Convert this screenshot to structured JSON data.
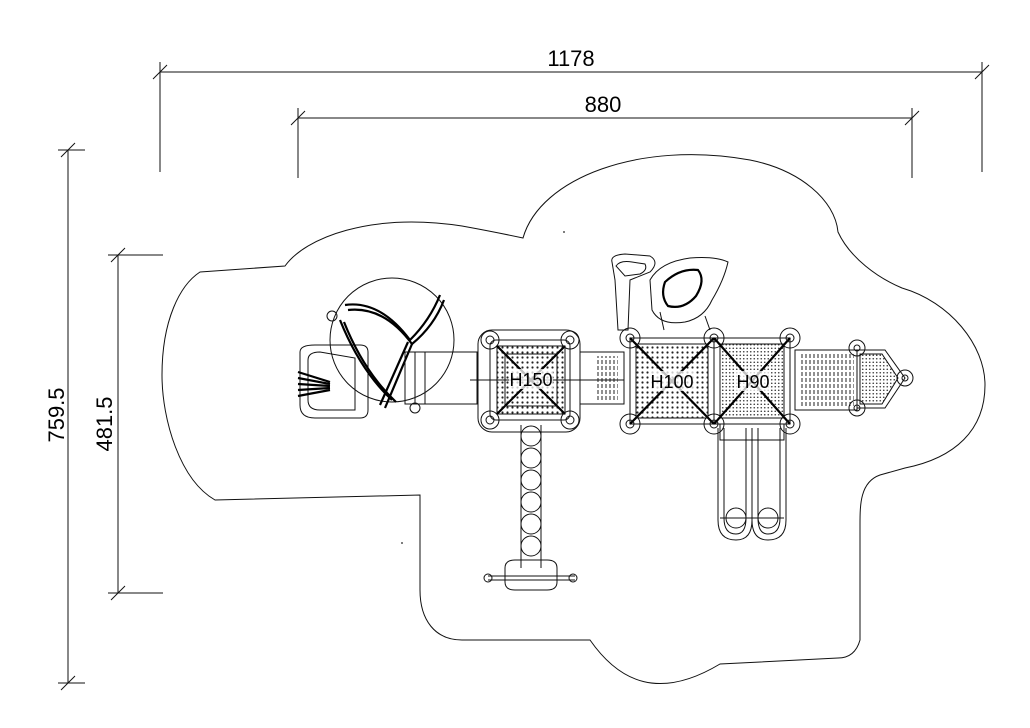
{
  "dimensions": {
    "overall_width": "1178",
    "structure_width": "880",
    "overall_depth": "759.5",
    "structure_depth": "481.5"
  },
  "deck_labels": {
    "deck_1": "H150",
    "deck_2": "H100",
    "deck_3": "H90"
  }
}
